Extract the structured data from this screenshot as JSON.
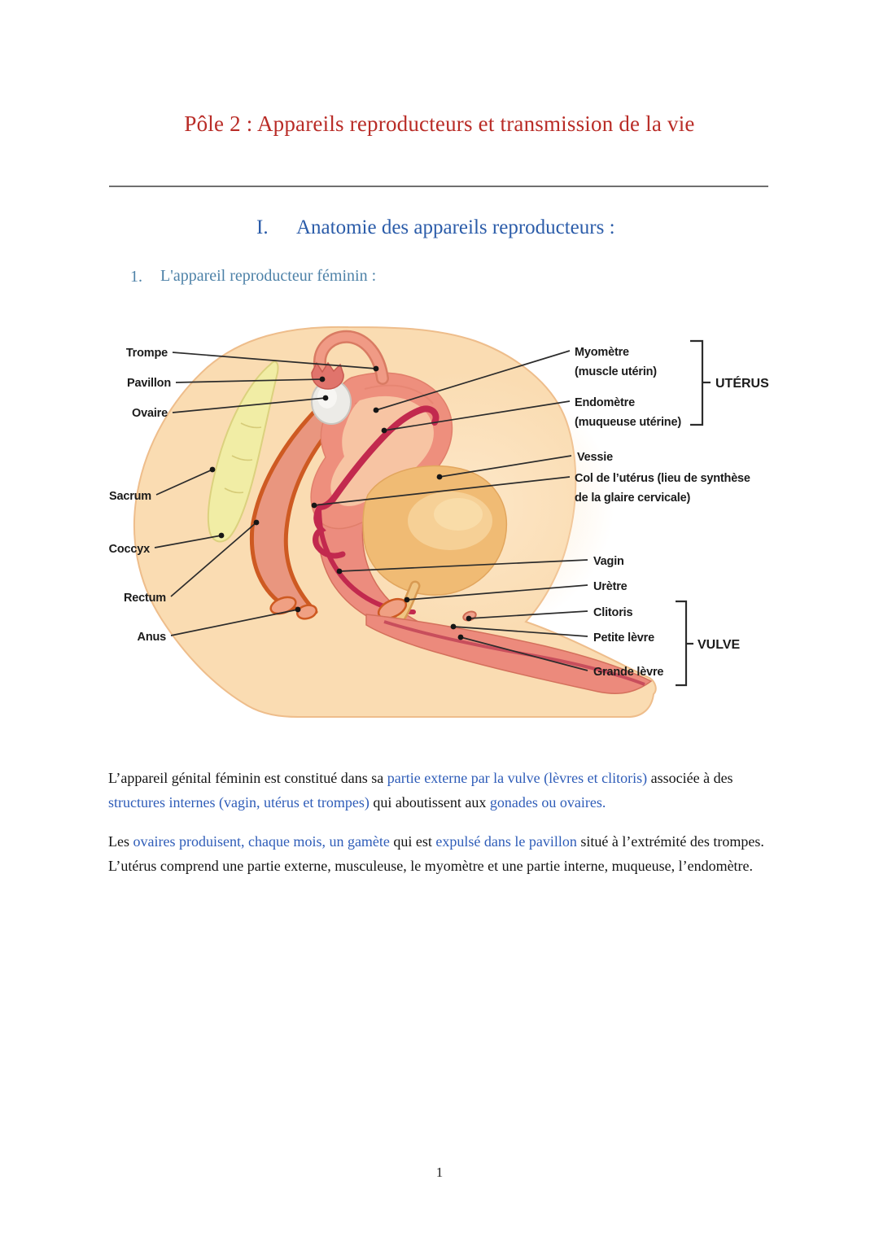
{
  "header": {
    "title": "Pôle 2 : Appareils reproducteurs et transmission de la vie",
    "title_color": "#b92c27"
  },
  "section": {
    "numeral": "I.",
    "heading": "Anatomie des appareils reproducteurs :",
    "heading_color": "#2b5ca9",
    "sub_numeral": "1.",
    "subheading": "L'appareil reproducteur féminin :",
    "subheading_color": "#4e82a8"
  },
  "figure": {
    "left_labels": {
      "trompe": "Trompe",
      "pavillon": "Pavillon",
      "ovaire": "Ovaire",
      "sacrum": "Sacrum",
      "coccyx": "Coccyx",
      "rectum": "Rectum",
      "anus": "Anus"
    },
    "right_labels": {
      "myometre": "Myomètre",
      "myometre_sub": "(muscle utérin)",
      "endometre": "Endomètre",
      "endometre_sub": "(muqueuse utérine)",
      "uterus_group": "UTÉRUS",
      "vessie": "Vessie",
      "col_uterus_line1": "Col de l’utérus (lieu de synthèse",
      "col_uterus_line2": "de la glaire cervicale)",
      "vagin": "Vagin",
      "uretre": "Urètre",
      "clitoris": "Clitoris",
      "petite_levre": "Petite lèvre",
      "vulve_group": "VULVE",
      "grande_levre": "Grande lèvre"
    },
    "colors": {
      "skin": "#fadcb2",
      "skin_outline": "#eebd8b",
      "bone": "#f1eda5",
      "bone_outline": "#dbd17e",
      "rectum": "#e9967f",
      "rectum_outline": "#ce5a22",
      "uterus": "#ee8f7d",
      "uterus_inner": "#f7c4a3",
      "endometrium": "#c2294e",
      "bladder": "#f0bb74",
      "ovary": "#ecebe7",
      "vulva": "#ec8a7c",
      "label_ink": "#1b1b1b"
    }
  },
  "paragraphs": {
    "p1": {
      "s0": "L’appareil génital féminin est constitué dans sa ",
      "s1": "partie externe par la vulve (lèvres et clitoris)",
      "s2": " associée à des ",
      "s3": "structures internes (vagin, utérus et trompes)",
      "s4": " qui aboutissent aux ",
      "s5": "gonades ou ovaires."
    },
    "p2": {
      "s0": "Les ",
      "s1": "ovaires produisent, chaque mois, un gamète",
      "s2": " qui est ",
      "s3": "expulsé dans le pavillon",
      "s4": " situé à l’extrémité des trompes. L’utérus comprend une partie externe, musculeuse, le myomètre et une partie interne, muqueuse, l’endomètre."
    },
    "text_blue": "#2e5cb8"
  },
  "footer": {
    "page_number": "1"
  }
}
